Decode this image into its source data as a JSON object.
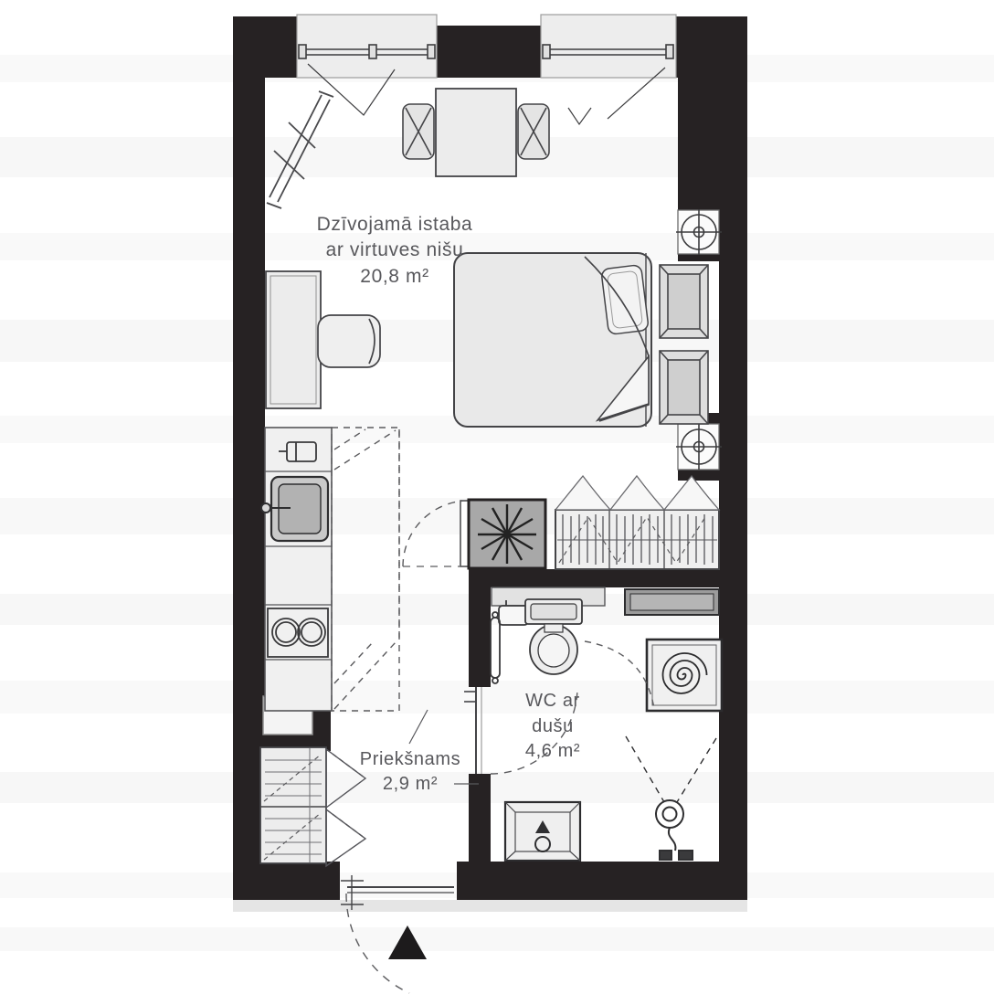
{
  "plan": {
    "title": "Apartment floor plan",
    "rooms": {
      "living": {
        "name_line1": "Dzīvojamā istaba",
        "name_line2": "ar virtuves nišu",
        "area": "20,8 m²"
      },
      "bathroom": {
        "name_line1": "WC ar",
        "name_line2": "dušu",
        "area": "4,6 m²"
      },
      "hallway": {
        "name_line1": "Priekšnams",
        "area": "2,9 m²"
      }
    },
    "colors": {
      "wall": "#262223",
      "floor": "#ffffff",
      "furniture_fill": "#ececec",
      "furniture_stroke": "#444447",
      "label_text": "#58585c",
      "entrance_marker": "#1d1b1c"
    },
    "symbols": [
      "window",
      "bed",
      "pillow",
      "blanket-fold",
      "dining-table",
      "folding-chair",
      "desk",
      "desk-chair",
      "floor-lamp",
      "drying-rack",
      "nightstand",
      "ceiling-light",
      "kitchen-counter",
      "fridge",
      "sink",
      "cooktop",
      "upper-cabinets-dashed",
      "water-heater",
      "wardrobe",
      "washbasin",
      "toilet",
      "towel-radiator",
      "shelf",
      "shower-tray",
      "drain-spiral",
      "shower-head",
      "washing-machine",
      "hall-closet",
      "closet-doors",
      "entrance-door",
      "entrance-arrow"
    ]
  }
}
